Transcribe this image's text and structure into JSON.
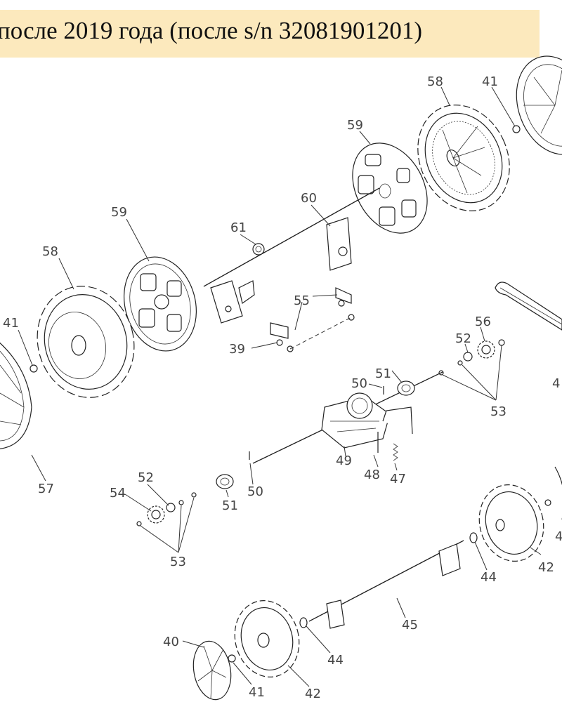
{
  "header": {
    "title": "после 2019 года (после s/n 32081901201)",
    "background": "#fce9bd"
  },
  "callouts": {
    "p58_top": "58",
    "p41_top": "41",
    "p59_top": "59",
    "p60": "60",
    "p61": "61",
    "p59_left": "59",
    "p58_left": "58",
    "p41_left": "41",
    "p55": "55",
    "p39": "39",
    "p56": "56",
    "p52_right": "52",
    "p51_right": "51",
    "p50_right": "50",
    "p53_right": "53",
    "p4_cut": "4",
    "p57": "57",
    "p49": "49",
    "p48": "48",
    "p47": "47",
    "p52_left": "52",
    "p54": "54",
    "p51_left": "51",
    "p50_left": "50",
    "p53_left": "53",
    "p42_right": "42",
    "p4_right": "4",
    "p44_right": "44",
    "p45": "45",
    "p40": "40",
    "p44_left": "44",
    "p41_bottom": "41",
    "p42_bottom": "42"
  }
}
